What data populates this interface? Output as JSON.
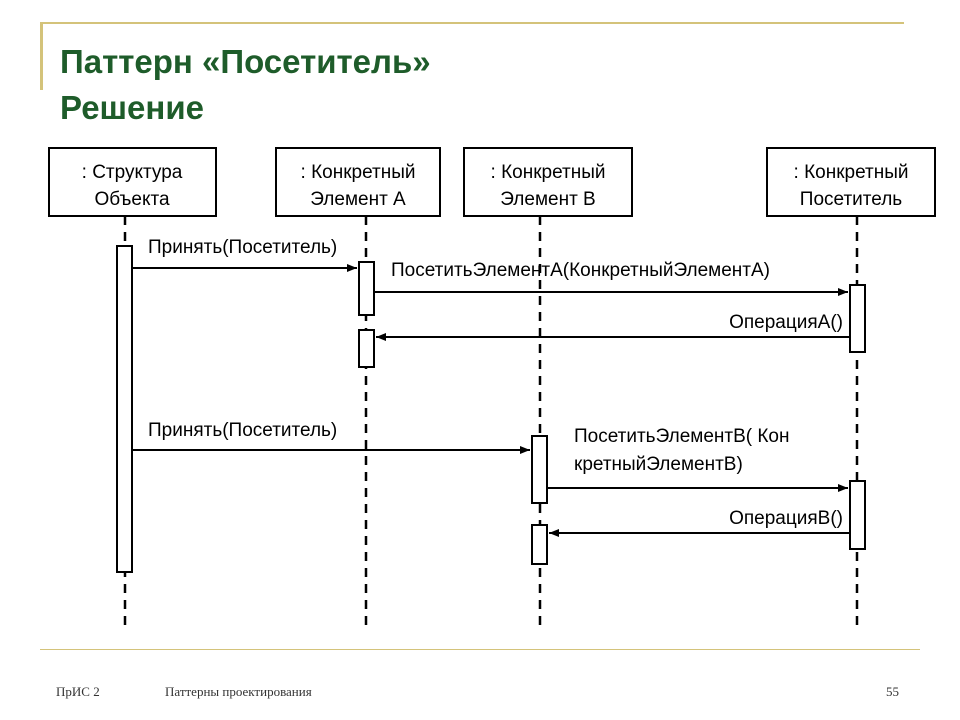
{
  "title": {
    "line1": "Паттерн «Посетитель»",
    "line2": "Решение"
  },
  "colors": {
    "accent_bar": "#d4c37a",
    "title": "#1e5c2a",
    "lines": "#000000"
  },
  "lifelines": [
    {
      "id": "structure",
      "line1": ": Структура",
      "line2": "Объекта"
    },
    {
      "id": "elemA",
      "line1": ": Конкретный",
      "line2": "Элемент А"
    },
    {
      "id": "elemB",
      "line1": ": Конкретный",
      "line2": "Элемент В"
    },
    {
      "id": "visitor",
      "line1": ": Конкретный",
      "line2": "Посетитель"
    }
  ],
  "messages": [
    {
      "id": "accept-1",
      "from": "structure",
      "to": "elemA",
      "label": "Принять(Посетитель)"
    },
    {
      "id": "visit-a",
      "from": "elemA",
      "to": "visitor",
      "label": "ПосетитьЭлементА(КонкретныйЭлементА)"
    },
    {
      "id": "operation-a",
      "from": "visitor",
      "to": "elemA",
      "label": "ОперацияА()"
    },
    {
      "id": "accept-2",
      "from": "structure",
      "to": "elemB",
      "label": "Принять(Посетитель)"
    },
    {
      "id": "visit-b",
      "from": "elemB",
      "to": "visitor",
      "label_line1": "ПосетитьЭлементВ( Кон",
      "label_line2": "кретныйЭлементВ)"
    },
    {
      "id": "operation-b",
      "from": "visitor",
      "to": "elemB",
      "label": "ОперацияВ()"
    }
  ],
  "footer": {
    "course": "ПрИС 2",
    "subject": "Паттерны проектирования",
    "page_number": "55"
  }
}
